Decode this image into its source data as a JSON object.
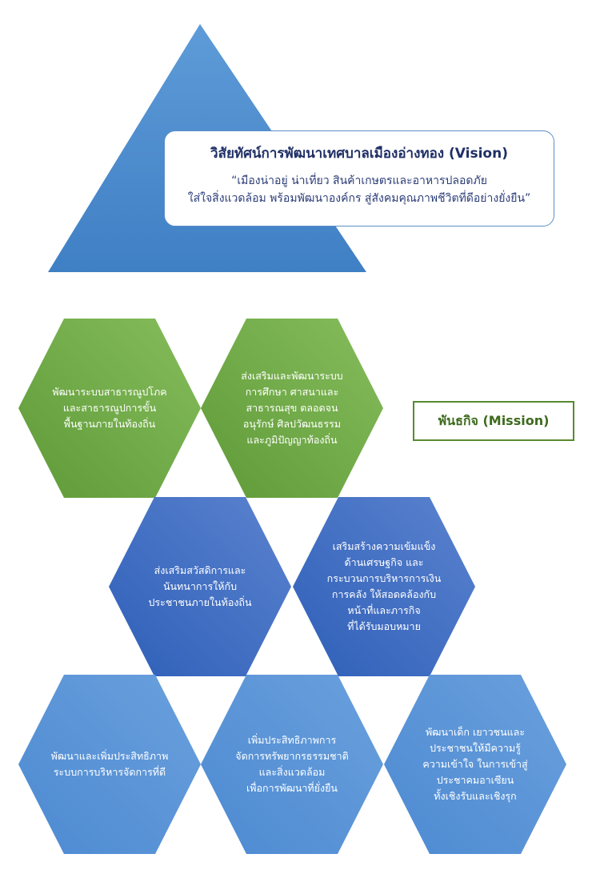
{
  "vision": {
    "title": "วิสัยทัศน์การพัฒนาเทศบาลเมืองอ่างทอง (Vision)",
    "line1": "“เมืองน่าอยู่ น่าเที่ยว สินค้าเกษตรและอาหารปลอดภัย",
    "line2": "ใส่ใจสิ่งแวดล้อม พร้อมพัฒนาองค์กร สู่สังคมคุณภาพชีวิตที่ดีอย่างยั่งยืน”"
  },
  "mission_label": "พันธกิจ (Mission)",
  "missions": [
    {
      "lines": [
        "พัฒนาระบบสาธารณูปโภค",
        "และสาธารณูปการขั้น",
        "พื้นฐานภายในท้องถิ่น"
      ],
      "color": "green"
    },
    {
      "lines": [
        "ส่งเสริมและพัฒนาระบบ",
        "การศึกษา ศาสนาและ",
        "สาธารณสุข ตลอดจน",
        "อนุรักษ์ ศิลปวัฒนธรรม",
        "และภูมิปัญญาท้องถิ่น"
      ],
      "color": "green"
    },
    {
      "lines": [
        "ส่งเสริมสวัสดิการและ",
        "นันทนาการให้กับ",
        "ประชาชนภายในท้องถิ่น"
      ],
      "color": "dark-blue"
    },
    {
      "lines": [
        "เสริมสร้างความเข้มแข็ง",
        "ด้านเศรษฐกิจ และ",
        "กระบวนการบริหารการเงิน",
        "การคลัง ให้สอดคล้องกับ",
        "หน้าที่และภารกิจ",
        "ที่ได้รับมอบหมาย"
      ],
      "color": "dark-blue"
    },
    {
      "lines": [
        "พัฒนาและเพิ่มประสิทธิภาพ",
        "ระบบการบริหารจัดการที่ดี"
      ],
      "color": "light-blue"
    },
    {
      "lines": [
        "เพิ่มประสิทธิภาพการ",
        "จัดการทรัพยากรธรรมชาติ",
        "และสิ่งแวดล้อม",
        "เพื่อการพัฒนาที่ยั่งยืน"
      ],
      "color": "light-blue"
    },
    {
      "lines": [
        "พัฒนาเด็ก เยาวชนและ",
        "ประชาชนให้มีความรู้",
        "ความเข้าใจ ในการเข้าสู่",
        "ประชาคมอาเซียน",
        "ทั้งเชิงรับและเชิงรุก"
      ],
      "color": "light-blue"
    }
  ]
}
